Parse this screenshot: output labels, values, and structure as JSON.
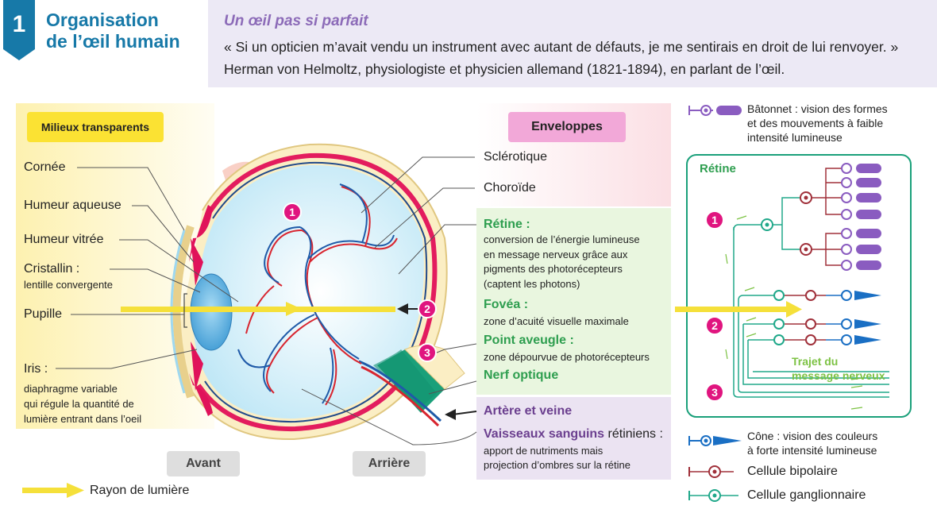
{
  "header": {
    "number": "1",
    "title_line1": "Organisation",
    "title_line2": "de l’œil humain",
    "quote_title": "Un œil pas si parfait",
    "quote_text": "« Si un opticien m’avait vendu un instrument avec autant de défauts, je me sentirais en droit de lui renvoyer. » Herman von Helmoltz, physiologiste et physicien allemand (1821-1894), en parlant de l’œil."
  },
  "left": {
    "milieux_title": "Milieux transparents",
    "cornee": "Cornée",
    "humeur_aqueuse": "Humeur aqueuse",
    "humeur_vitree": "Humeur vitrée",
    "cristallin": "Cristallin :",
    "cristallin_desc": "lentille convergente",
    "pupille": "Pupille",
    "iris": "Iris :",
    "iris_desc_1": "diaphragme variable",
    "iris_desc_2": "qui régule la quantité de",
    "iris_desc_3": "lumière entrant dans l’oeil",
    "avant": "Avant",
    "arriere": "Arrière",
    "rayon": "Rayon de lumière"
  },
  "right": {
    "enveloppes_title": "Enveloppes",
    "sclerotique": "Sclérotique",
    "choroide": "Choroïde",
    "retine_title": "Rétine :",
    "retine_desc_1": "conversion de l’énergie lumineuse",
    "retine_desc_2": "en message nerveux grâce aux",
    "retine_desc_3": "pigments des photorécepteurs",
    "retine_desc_4": "(captent les photons)",
    "fovea_title": "Fovéa :",
    "fovea_desc": "zone d’acuité visuelle maximale",
    "point_title": "Point aveugle :",
    "point_desc": "zone dépourvue de photorécepteurs",
    "nerf": "Nerf optique",
    "artere": "Artère et veine",
    "vaisseaux_bold": "Vaisseaux sanguins",
    "vaisseaux_rest": " rétiniens :",
    "vaisseaux_desc_1": "apport de nutriments mais",
    "vaisseaux_desc_2": "projection d’ombres sur la rétine"
  },
  "markers": [
    "1",
    "2",
    "3"
  ],
  "legend": {
    "batonnet_1": "Bâtonnet : vision des formes",
    "batonnet_2": "et des mouvements à faible",
    "batonnet_3": "intensité lumineuse",
    "retine_box_title": "Rétine",
    "trajet_1": "Trajet du",
    "trajet_2": "message nerveux",
    "cone_1": "Cône : vision des couleurs",
    "cone_2": "à forte intensité lumineuse",
    "bipolaire": "Cellule bipolaire",
    "ganglionnaire": "Cellule ganglionnaire"
  },
  "colors": {
    "title_blue": "#1779a8",
    "quote_purple": "#8c6bb8",
    "marker_pink": "#e0157f",
    "retina_green": "#2e9e4f",
    "light_yellow": "#f5e03a",
    "rod_purple": "#8a5cc0",
    "cone_blue": "#1a6fc4",
    "bipolar_red": "#a0303a",
    "ganglion_teal": "#20a88a"
  }
}
